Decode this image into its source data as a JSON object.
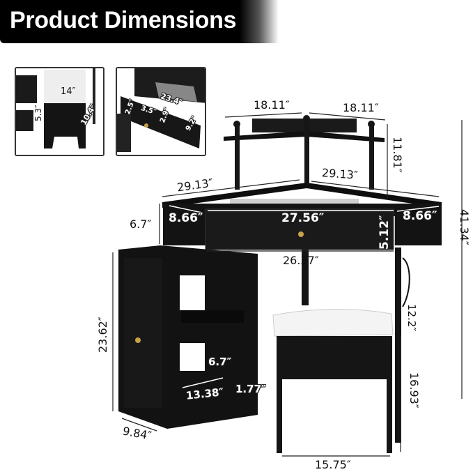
{
  "header": {
    "title": "Product Dimensions"
  },
  "insets": {
    "stool_storage": {
      "width": "14″",
      "height": "5.3″",
      "depth": "10.4″"
    },
    "drawer": {
      "depth": "2.5″",
      "length": "23.4″",
      "compartment_a": "3.5″",
      "compartment_b": "2.9″",
      "width": "9.2″"
    }
  },
  "shelf": {
    "left_width": "18.11″",
    "right_width": "18.11″",
    "height": "11.81″"
  },
  "desk": {
    "left_width": "29.13″",
    "right_width": "29.13″",
    "apron_height": "6.7″",
    "left_side": "8.66″",
    "drawer_front": "27.56″",
    "right_side": "8.66″",
    "drawer_height": "5.12″",
    "knee_width": "26.57″",
    "total_height": "41.34″"
  },
  "cabinet": {
    "height": "23.62″",
    "depth": "9.84″",
    "shelf_depth": "6.7″",
    "shelf_width": "13.38″",
    "shelf_lip": "1.77″"
  },
  "stool": {
    "seat_depth": "12.2″",
    "height": "16.93″",
    "width": "15.75″"
  },
  "colors": {
    "furniture": "#141414",
    "banner": "#000000",
    "cushion": "#f4f4f4",
    "knob": "#c9a24a"
  }
}
